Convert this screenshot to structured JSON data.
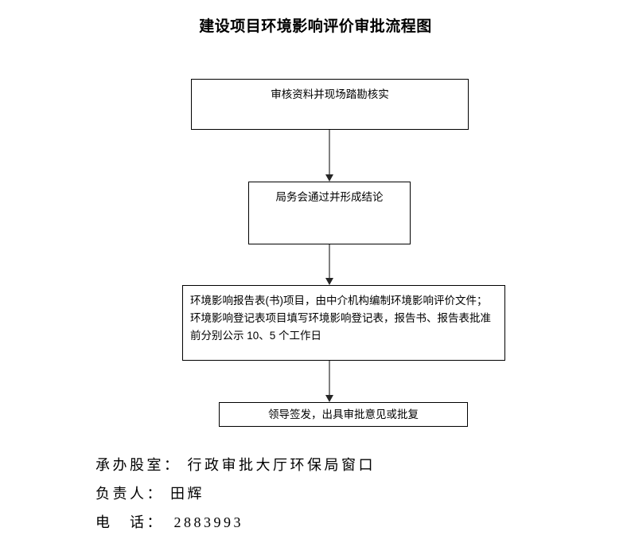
{
  "document": {
    "title": "建设项目环境影响评价审批流程图"
  },
  "flowchart": {
    "orientation": "vertical-top-down",
    "arrow_color": "#808080",
    "arrowhead_color": "#262626",
    "border_color": "#000000",
    "background": "#ffffff",
    "nodes": [
      {
        "id": "review",
        "label": "审核资料并现场踏勘核实",
        "align": "center"
      },
      {
        "id": "meeting",
        "label": "局务会通过并形成结论",
        "align": "center"
      },
      {
        "id": "documents",
        "label": "环境影响报告表(书)项目，由中介机构编制环境影响评价文件；\n环境影响登记表项目填写环境影响登记表，报告书、报告表批准\n前分别公示 10、5 个工作日",
        "align": "left"
      },
      {
        "id": "signoff",
        "label": "领导签发，出具审批意见或批复",
        "align": "center"
      }
    ],
    "connectors": [
      {
        "id": "arrow-1",
        "from": "review",
        "to": "meeting"
      },
      {
        "id": "arrow-2",
        "from": "meeting",
        "to": "documents"
      },
      {
        "id": "arrow-3",
        "from": "documents",
        "to": "signoff"
      }
    ]
  },
  "footer": {
    "lines": [
      "承办股室： 行政审批大厅环保局窗口",
      "负责人： 田辉",
      "电　话：　2883993"
    ]
  }
}
